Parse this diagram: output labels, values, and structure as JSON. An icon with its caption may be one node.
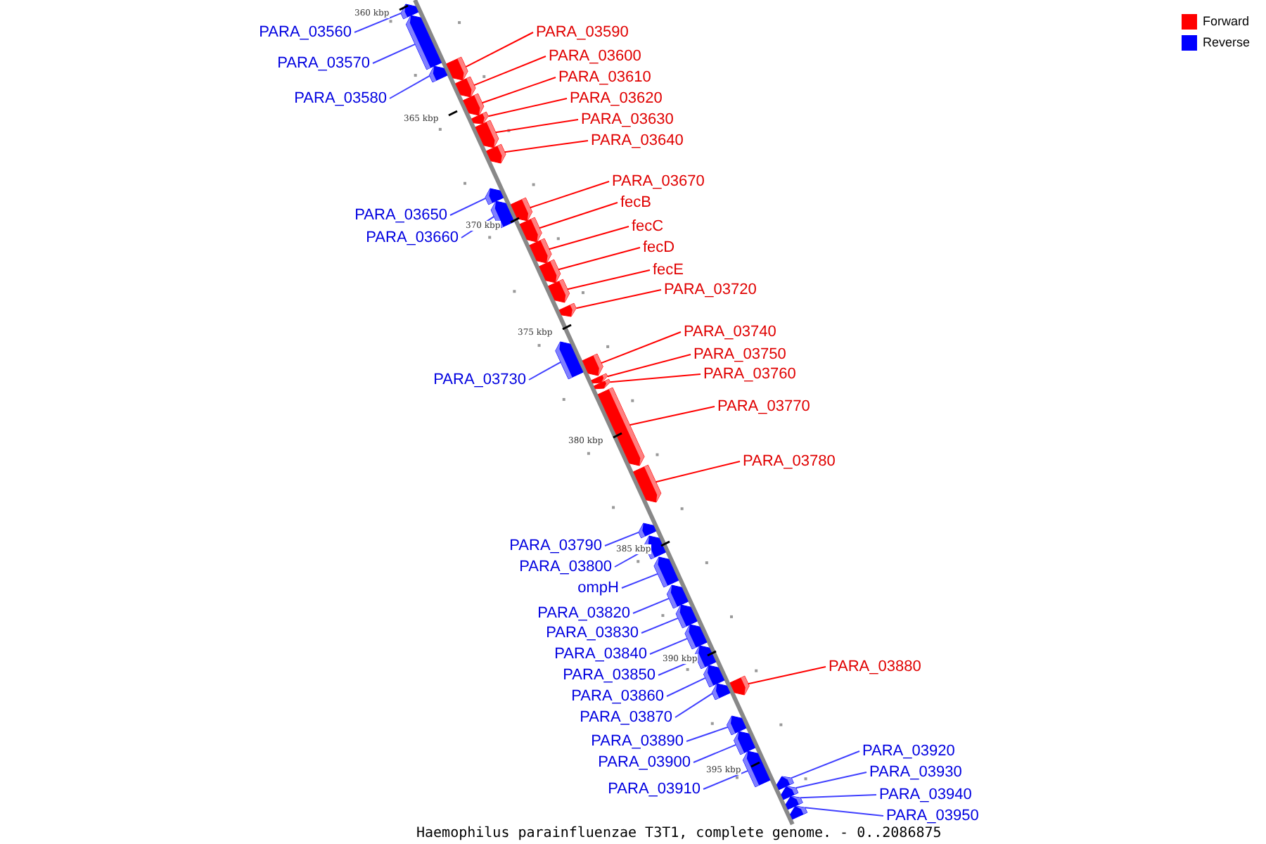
{
  "diagram": {
    "caption": "Haemophilus parainfluenzae T3T1, complete genome. - 0..2086875",
    "nodes": [
      {
        "text": [
          "PARA_03560"
        ]
      },
      {
        "text": [],
        "shape": "bar"
      },
      {
        "text": [
          "PARA_03570"
        ]
      },
      {
        "text": [],
        "shape": "bar"
      },
      {
        "text": [
          "PARA_03580"
        ]
      },
      {
        "text": [],
        "shape": "bar"
      },
      {
        "text": [
          "PARA_03590"
        ]
      },
      {
        "text": [],
        "shape": "bar"
      },
      {
        "text": [
          "PARA_03600"
        ]
      },
      {
        "text": [],
        "shape": "bar"
      },
      {
        "text": [
          "PARA_03610"
        ]
      },
      {
        "text": [],
        "shape": "bar"
      },
      {
        "text": [
          "PARA_03620"
        ]
      },
      {
        "text": [],
        "shape": "bar"
      },
      {
        "text": [
          "PARA_03630"
        ]
      },
      {
        "text": [],
        "shape": "bar"
      },
      {
        "text": [
          "PARA_03640"
        ]
      },
      {
        "text": [],
        "shape": "bar"
      },
      {
        "text": [
          "PARA_03670"
        ]
      },
      {
        "text": [],
        "shape": "bar"
      },
      {
        "text": [
          "PARA_03650"
        ]
      },
      {
        "text": [],
        "shape": "bar"
      },
      {
        "text": [
          "PARA_03660"
        ]
      },
      {
        "text": [],
        "shape": "bar"
      },
      {
        "text": [
          "fecB"
        ]
      },
      {
        "text": [],
        "shape": "bar"
      },
      {
        "text": [
          "fecC"
        ]
      },
      {
        "text": [],
        "shape": "bar"
      },
      {
        "text": [
          "fecD"
        ]
      },
      {
        "text": [],
        "shape": "bar"
      },
      {
        "text": [
          "fecE"
        ]
      },
      {
        "text": [],
        "shape": "bar"
      },
      {
        "text": [
          "PARA_03720"
        ]
      },
      {
        "text": [],
        "shape": "bar"
      },
      {
        "text": [
          "PARA_03740"
        ]
      },
      {
        "text": [],
        "shape": "bar"
      },
      {
        "text": [
          "PARA_03750"
        ]
      },
      {
        "text": [],
        "shape": "bar"
      },
      {
        "text": [
          "PARA_03760"
        ]
      },
      {
        "text": [],
        "shape": "bar"
      },
      {
        "text": [
          "PARA_03730"
        ]
      },
      {
        "text": [],
        "shape": "bar"
      },
      {
        "text": [
          "PARA_03770"
        ]
      },
      {
        "text": [],
        "shape": "bar"
      },
      {
        "text": [
          "PARA_03780"
        ]
      },
      {
        "text": [],
        "shape": "bar"
      },
      {
        "text": [
          "PARA_03790"
        ]
      },
      {
        "text": [],
        "shape": "bar"
      },
      {
        "text": [
          "PARA_03800"
        ]
      },
      {
        "text": [],
        "shape": "bar"
      },
      {
        "text": [
          "ompH"
        ]
      },
      {
        "text": [],
        "shape": "bar"
      },
      {
        "text": [
          "PARA_03820"
        ]
      },
      {
        "text": [],
        "shape": "bar"
      },
      {
        "text": [
          "PARA_03830"
        ]
      },
      {
        "text": [],
        "shape": "bar"
      },
      {
        "text": [
          "PARA_03840"
        ]
      },
      {
        "text": [],
        "shape": "bar"
      },
      {
        "text": [
          "PARA_03850"
        ]
      },
      {
        "text": [],
        "shape": "bar"
      },
      {
        "text": [
          "PARA_03860"
        ]
      },
      {
        "text": [],
        "shape": "bar"
      },
      {
        "text": [
          "PARA_03870"
        ]
      },
      {
        "text": [],
        "shape": "bar"
      },
      {
        "text": [
          "PARA_03880"
        ]
      },
      {
        "text": [],
        "shape": "bar"
      },
      {
        "text": [
          "PARA_03890"
        ]
      },
      {
        "text": [],
        "shape": "bar"
      },
      {
        "text": [
          "PARA_03900"
        ]
      },
      {
        "text": [],
        "shape": "bar"
      },
      {
        "text": [
          "PARA_03910"
        ]
      },
      {
        "text": [],
        "shape": "bar"
      },
      {
        "text": [
          "PARA_03920"
        ]
      },
      {
        "text": [],
        "shape": "bar"
      },
      {
        "text": [
          "PARA_03930"
        ]
      },
      {
        "text": [],
        "shape": "bar"
      },
      {
        "text": [
          "PARA_03940"
        ]
      },
      {
        "text": [],
        "shape": "bar"
      },
      {
        "text": [
          "PARA_03950"
        ]
      },
      {
        "text": [],
        "shape": "bar"
      }
    ],
    "edges": [
      {
        "from": 0,
        "to": 1,
        "arrow": "none"
      },
      {
        "from": 2,
        "to": 3,
        "arrow": "none"
      },
      {
        "from": 4,
        "to": 5,
        "arrow": "none"
      },
      {
        "from": 6,
        "to": 7,
        "arrow": "none",
        "color": "#ff0000"
      },
      {
        "from": 8,
        "to": 9,
        "arrow": "none",
        "color": "#ff0000"
      },
      {
        "from": 10,
        "to": 11,
        "arrow": "none",
        "color": "#ff0000"
      },
      {
        "from": 12,
        "to": 13,
        "arrow": "none",
        "color": "#ff0000"
      },
      {
        "from": 14,
        "to": 15,
        "arrow": "none",
        "color": "#ff0000"
      },
      {
        "from": 16,
        "to": 17,
        "arrow": "none",
        "color": "#ff0000"
      },
      {
        "from": 18,
        "to": 19,
        "arrow": "none",
        "color": "#ff0000"
      },
      {
        "from": 20,
        "to": 21,
        "arrow": "none"
      },
      {
        "from": 22,
        "to": 23,
        "arrow": "none"
      },
      {
        "from": 24,
        "to": 25,
        "arrow": "none",
        "color": "#ff0000"
      },
      {
        "from": 26,
        "to": 27,
        "arrow": "none",
        "color": "#ff0000"
      },
      {
        "from": 28,
        "to": 29,
        "arrow": "none",
        "color": "#ff0000"
      },
      {
        "from": 30,
        "to": 31,
        "arrow": "none",
        "color": "#ff0000"
      },
      {
        "from": 32,
        "to": 33,
        "arrow": "none",
        "color": "#ff0000"
      },
      {
        "from": 34,
        "to": 35,
        "arrow": "none",
        "color": "#ff0000"
      },
      {
        "from": 36,
        "to": 37,
        "arrow": "none",
        "color": "#ff0000"
      },
      {
        "from": 38,
        "to": 39,
        "arrow": "none",
        "color": "#ff0000"
      },
      {
        "from": 40,
        "to": 41,
        "arrow": "none"
      },
      {
        "from": 42,
        "to": 43,
        "arrow": "none",
        "color": "#ff0000"
      },
      {
        "from": 44,
        "to": 45,
        "arrow": "none",
        "color": "#ff0000"
      },
      {
        "from": 46,
        "to": 47,
        "arrow": "none"
      },
      {
        "from": 48,
        "to": 49,
        "arrow": "none"
      },
      {
        "from": 50,
        "to": 51,
        "arrow": "none"
      },
      {
        "from": 52,
        "to": 53,
        "arrow": "none"
      },
      {
        "from": 54,
        "to": 55,
        "arrow": "none"
      },
      {
        "from": 56,
        "to": 57,
        "arrow": "none"
      },
      {
        "from": 58,
        "to": 59,
        "arrow": "none"
      },
      {
        "from": 60,
        "to": 61,
        "arrow": "none"
      },
      {
        "from": 62,
        "to": 63,
        "arrow": "none"
      },
      {
        "from": 64,
        "to": 65,
        "arrow": "none",
        "color": "#ff0000"
      },
      {
        "from": 66,
        "to": 67,
        "arrow": "none"
      },
      {
        "from": 68,
        "to": 69,
        "arrow": "none"
      },
      {
        "from": 70,
        "to": 71,
        "arrow": "none"
      },
      {
        "from": 72,
        "to": 73,
        "arrow": "none"
      },
      {
        "from": 74,
        "to": 75,
        "arrow": "none"
      },
      {
        "from": 76,
        "to": 77,
        "arrow": "none"
      },
      {
        "from": 78,
        "to": 79,
        "arrow": "none"
      }
    ],
    "labels": [
      "360 kbp",
      "365 kbp",
      "370 kbp",
      "375 kbp",
      "380 kbp",
      "385 kbp",
      "390 kbp",
      "395 kbp"
    ],
    "legend": [
      {
        "text": "Forward",
        "color": "#ff0000"
      },
      {
        "text": "Reverse",
        "color": "#0000ff"
      }
    ]
  }
}
